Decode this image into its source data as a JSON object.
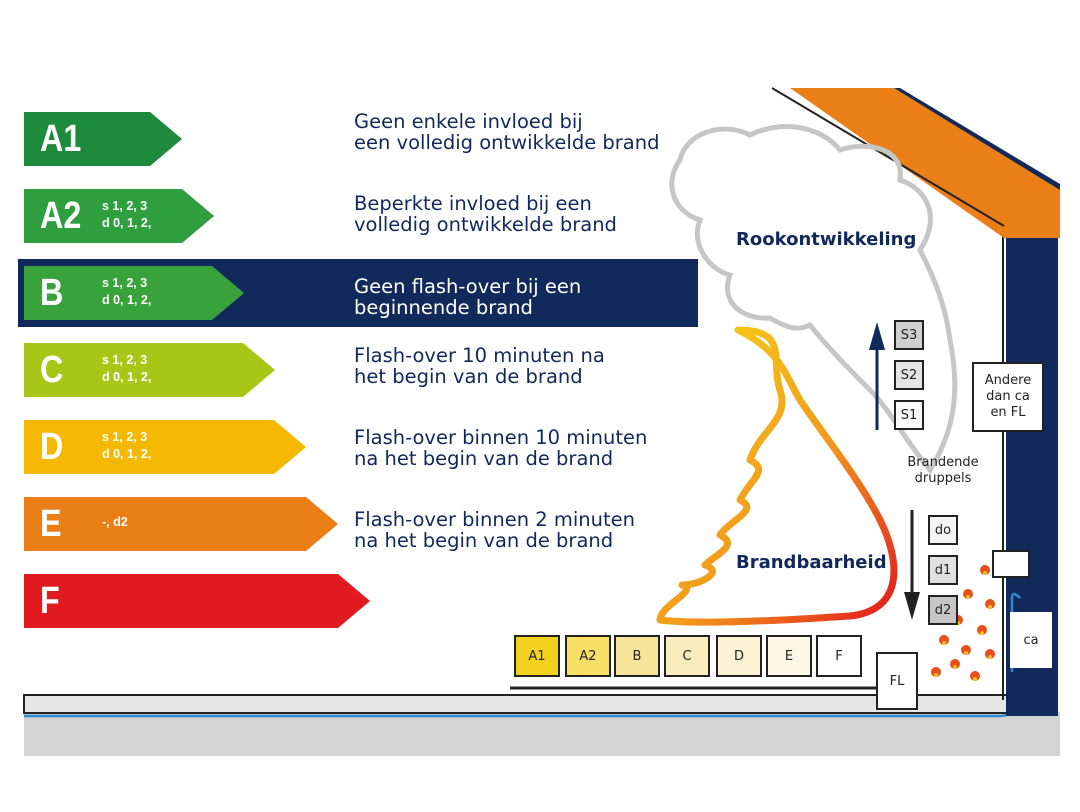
{
  "classes": [
    {
      "code": "A1",
      "sub": "",
      "desc": "Geen enkele invloed bij\neen volledig ontwikkelde brand",
      "color": "#1e8a3c"
    },
    {
      "code": "A2",
      "sub": "s 1, 2, 3\nd 0, 1, 2,",
      "desc": "Beperkte invloed bij een\nvolledig ontwikkelde brand",
      "color": "#2e9e3e"
    },
    {
      "code": "B",
      "sub": "s 1, 2, 3\nd 0, 1, 2,",
      "desc": "Geen flash-over bij een\nbeginnende brand",
      "color": "#3aa23a"
    },
    {
      "code": "C",
      "sub": "s 1, 2, 3\nd 0, 1, 2,",
      "desc": "Flash-over 10 minuten na\nhet begin van de brand",
      "color": "#a8c618"
    },
    {
      "code": "D",
      "sub": "s 1, 2, 3\nd 0, 1, 2,",
      "desc": "Flash-over binnen 10 minuten\nna het begin van de brand",
      "color": "#f4b800"
    },
    {
      "code": "E",
      "sub": "-, d2",
      "desc": "Flash-over binnen 2 minuten\nna het begin van de brand",
      "color": "#ea7e17"
    },
    {
      "code": "F",
      "sub": "",
      "desc": "",
      "color": "#e01a1f"
    }
  ],
  "highlight_color": "#122a5b",
  "labels": {
    "smoke": "Rookontwikkeling",
    "flammability": "Brandbaarheid",
    "droplets": "Brandende\ndruppels",
    "other": "Andere\ndan ca\nen FL",
    "ca": "ca",
    "fl": "FL"
  },
  "smoke_boxes": [
    "S3",
    "S2",
    "S1"
  ],
  "droplet_boxes": [
    "do",
    "d1",
    "d2"
  ],
  "scale_boxes": [
    {
      "label": "A1",
      "color": "#f2d21c"
    },
    {
      "label": "A2",
      "color": "#f6df64"
    },
    {
      "label": "B",
      "color": "#f8e39a"
    },
    {
      "label": "C",
      "color": "#faecbd"
    },
    {
      "label": "D",
      "color": "#fcf2d6"
    },
    {
      "label": "E",
      "color": "#fdf7e6"
    },
    {
      "label": "F",
      "color": "#ffffff"
    }
  ],
  "colors": {
    "roof": "#ea7e17",
    "wall": "#122a5b",
    "smoke": "#c6c6c6",
    "floor": "#d4d4d4",
    "pipe": "#2a8ad4"
  }
}
